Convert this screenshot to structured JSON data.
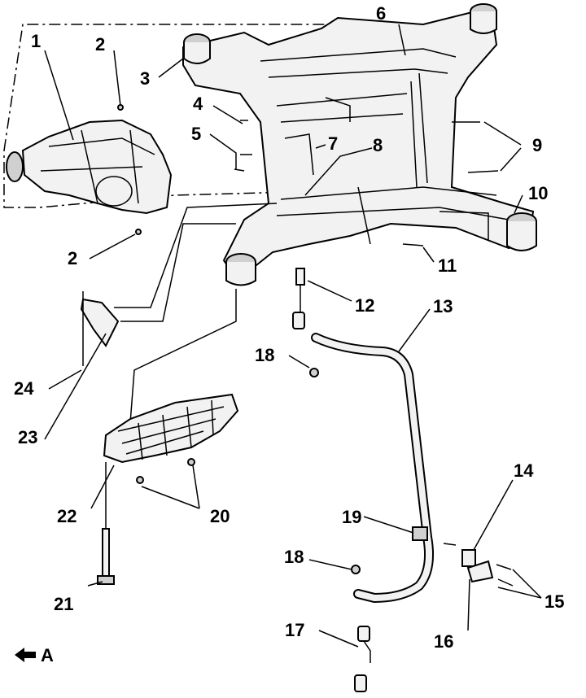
{
  "callouts": [
    "1",
    "2",
    "2",
    "3",
    "4",
    "5",
    "6",
    "7",
    "8",
    "9",
    "10",
    "11",
    "12",
    "13",
    "14",
    "15",
    "16",
    "17",
    "18",
    "18",
    "19",
    "20",
    "21",
    "22",
    "23",
    "24"
  ],
  "view_label": "A",
  "icons": {
    "view_arrow": "left-arrow-icon"
  }
}
